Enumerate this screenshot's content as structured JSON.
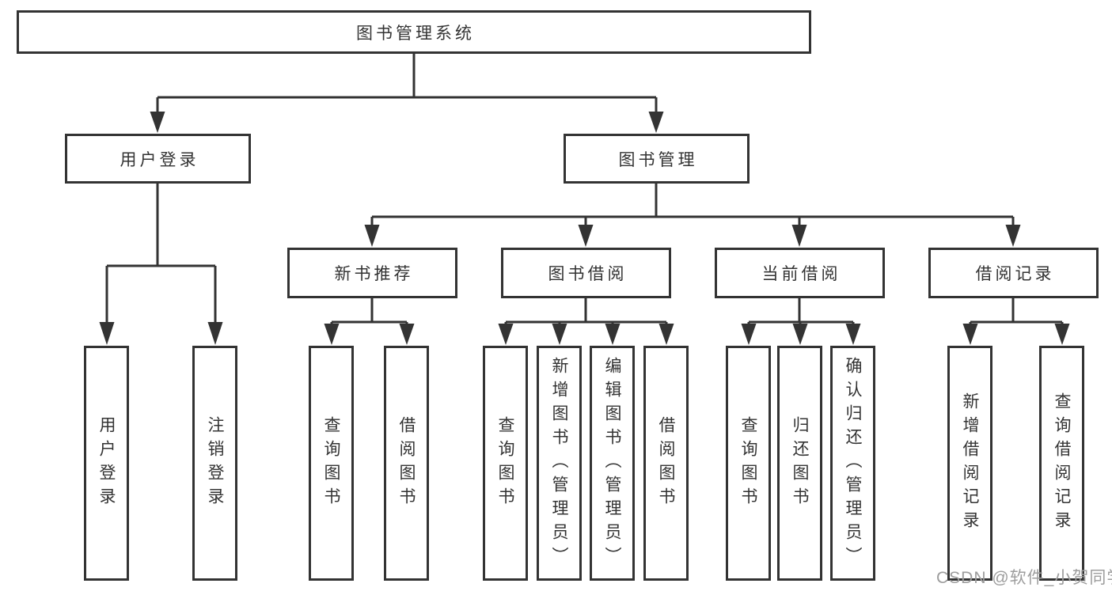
{
  "diagram": {
    "root": "图书管理系统",
    "login": {
      "title": "用户登录",
      "items": [
        "用户登录",
        "注销登录"
      ]
    },
    "management": {
      "title": "图书管理",
      "sections": [
        {
          "title": "新书推荐",
          "items": [
            "查询图书",
            "借阅图书"
          ]
        },
        {
          "title": "图书借阅",
          "items": [
            "查询图书",
            "新增图书（管理员）",
            "编辑图书（管理员）",
            "借阅图书"
          ]
        },
        {
          "title": "当前借阅",
          "items": [
            "查询图书",
            "归还图书",
            "确认归还（管理员）"
          ]
        },
        {
          "title": "借阅记录",
          "items": [
            "新增借阅记录",
            "查询借阅记录"
          ]
        }
      ]
    }
  },
  "watermark": {
    "text": "CSDN @软件_小贺同学",
    "color": "#9d9d9d"
  },
  "colors": {
    "line": "#333333",
    "text": "#333333",
    "background": "#ffffff"
  }
}
